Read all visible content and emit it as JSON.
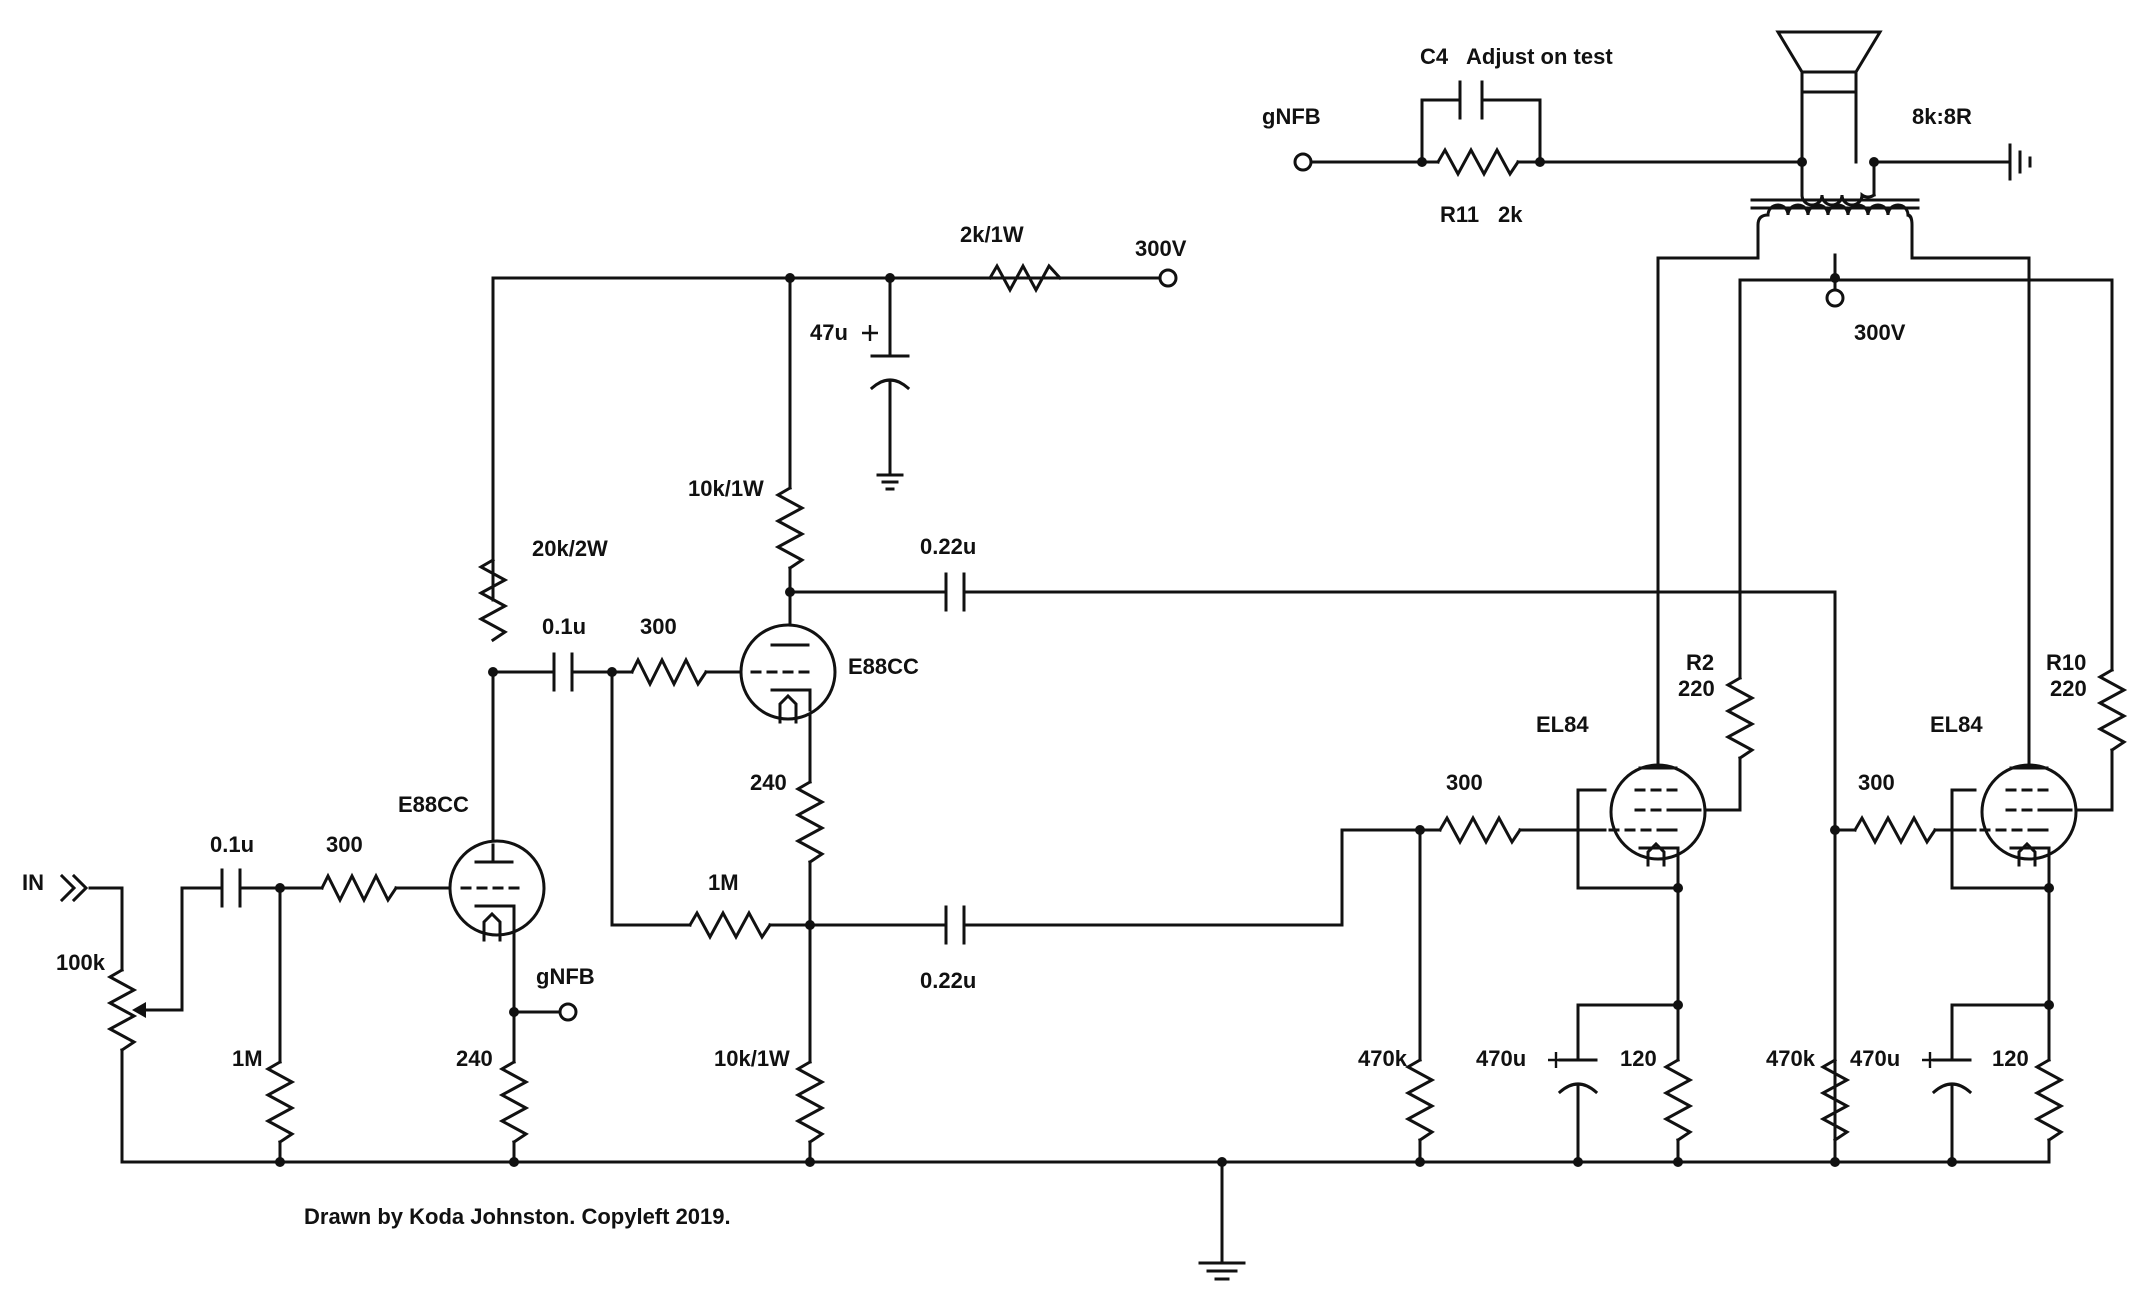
{
  "labels": {
    "c4": "C4",
    "adjust": "Adjust on test",
    "gnfb_top": "gNFB",
    "r11": "R11",
    "r11_val": "2k",
    "ratio": "8k:8R",
    "r_2k1w": "2k/1W",
    "b300_top": "300V",
    "b300_ot": "300V",
    "c47u": "47u",
    "r10k_top": "10k/1W",
    "r20k": "20k/2W",
    "c022_top": "0.22u",
    "c01_mid": "0.1u",
    "r300_mid": "300",
    "v2": "E88CC",
    "r240_top": "240",
    "r1m_fb": "1M",
    "c022_bot": "0.22u",
    "r10k_bot": "10k/1W",
    "in": "IN",
    "pot": "100k",
    "c01_in": "0.1u",
    "r300_in": "300",
    "v1": "E88CC",
    "gnfb_mid": "gNFB",
    "r1m_grid": "1M",
    "r240_bot": "240",
    "r2": "R2",
    "r2_val": "220",
    "r10": "R10",
    "r10_val": "220",
    "el84_1": "EL84",
    "el84_2": "EL84",
    "r300_g1": "300",
    "r300_g2": "300",
    "r470k_1": "470k",
    "c470u_1": "470u",
    "r120_1": "120",
    "r470k_2": "470k",
    "c470u_2": "470u",
    "r120_2": "120",
    "credit": "Drawn by Koda Johnston. Copyleft 2019."
  }
}
